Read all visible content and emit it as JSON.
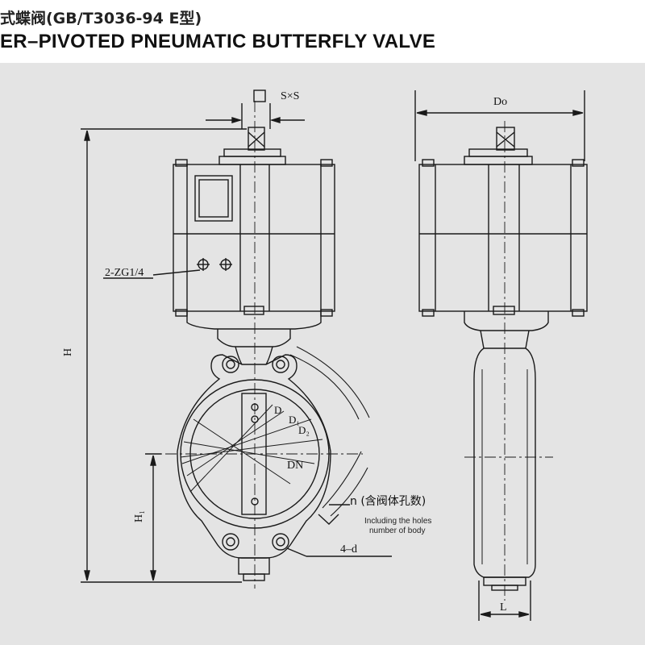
{
  "header": {
    "title_cn": "式蝶阀(GB/T3036-94 E型)",
    "title_en": "ER–PIVOTED PNEUMATIC BUTTERFLY VALVE"
  },
  "labels": {
    "sxs": "S×S",
    "do": "Do",
    "zg": "2-ZG1/4",
    "h": "H",
    "h1": "H₁",
    "d": "D",
    "d1": "D₁",
    "d2": "D₂",
    "dn": "DN",
    "n": "n (含阀体孔数)",
    "n_en_1": "Including the holes",
    "n_en_2": "number of body",
    "fourd": "4–d",
    "l": "L"
  },
  "colors": {
    "line": "#1a1a1a",
    "background": "#e4e4e4"
  }
}
